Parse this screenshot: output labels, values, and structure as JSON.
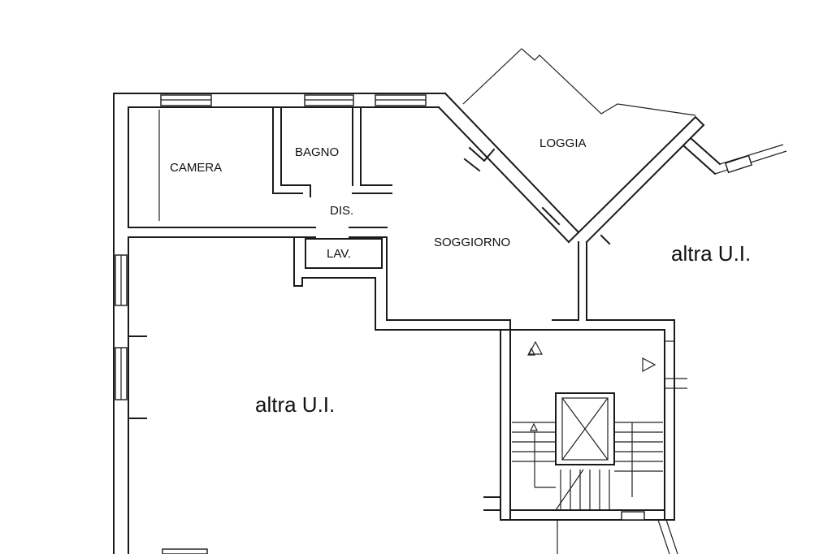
{
  "rooms": {
    "camera": "CAMERA",
    "bagno": "BAGNO",
    "loggia": "LOGGIA",
    "dis": "DIS.",
    "soggiorno": "SOGGIORNO",
    "lav": "LAV."
  },
  "other_units": {
    "right": "altra U.I.",
    "left": "altra U.I."
  }
}
